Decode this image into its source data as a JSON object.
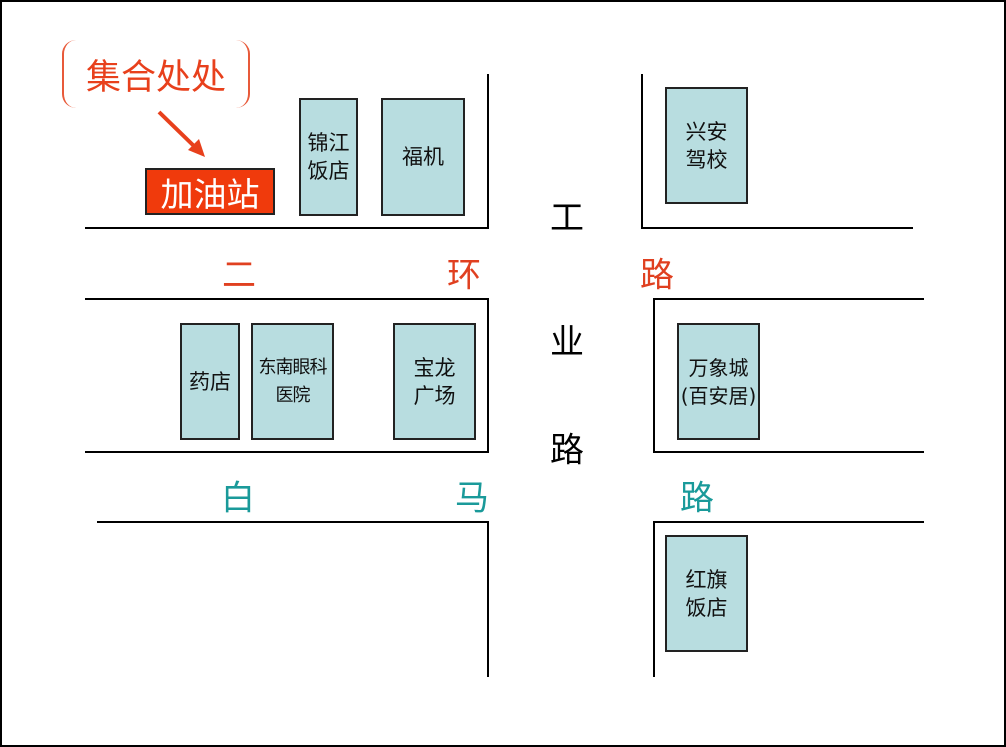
{
  "callout": {
    "label": "集合处处",
    "target": "加油站"
  },
  "buildings": [
    {
      "id": "gas-station",
      "label": "加油站"
    },
    {
      "id": "jinjiang-hotel",
      "label": "锦江\n饭店"
    },
    {
      "id": "fuji",
      "label": "福机"
    },
    {
      "id": "xingan-driving-school",
      "label": "兴安\n驾校"
    },
    {
      "id": "pharmacy",
      "label": "药店"
    },
    {
      "id": "dongnan-eye-hospital",
      "label": "东南眼科\n医院"
    },
    {
      "id": "baolong-plaza",
      "label": "宝龙\n广场"
    },
    {
      "id": "wanxiang-city",
      "label": "万象城\n(百安居)"
    },
    {
      "id": "hongqi-hotel",
      "label": "红旗\n饭店"
    }
  ],
  "roads": {
    "erhuan": [
      "二",
      "环",
      "路"
    ],
    "gongye": [
      "工",
      "业",
      "路"
    ],
    "baima": [
      "白",
      "马",
      "路"
    ]
  },
  "colors": {
    "callout": "#e8401c",
    "building": "#b8dde0",
    "erhuan": "#e04020",
    "baima": "#1a9a9a"
  }
}
